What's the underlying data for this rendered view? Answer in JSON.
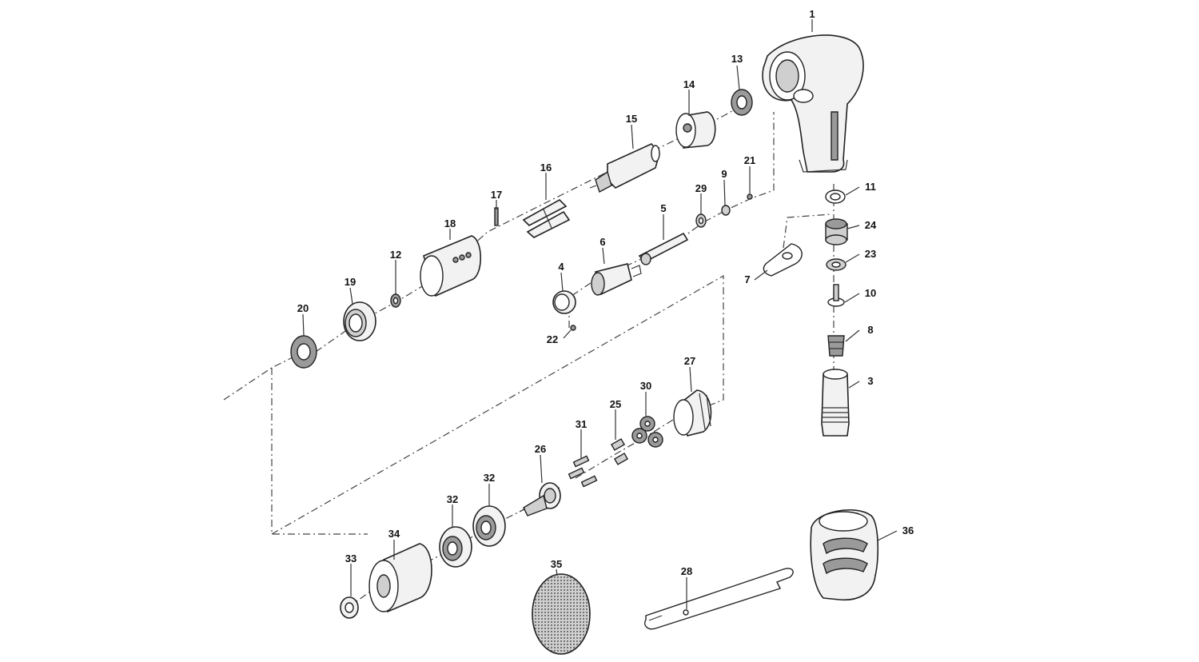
{
  "parts": [
    {
      "id": "p1",
      "label": "1"
    },
    {
      "id": "p3",
      "label": "3"
    },
    {
      "id": "p4",
      "label": "4"
    },
    {
      "id": "p5",
      "label": "5"
    },
    {
      "id": "p6",
      "label": "6"
    },
    {
      "id": "p7",
      "label": "7"
    },
    {
      "id": "p8",
      "label": "8"
    },
    {
      "id": "p9",
      "label": "9"
    },
    {
      "id": "p10",
      "label": "10"
    },
    {
      "id": "p11",
      "label": "11"
    },
    {
      "id": "p12",
      "label": "12"
    },
    {
      "id": "p13",
      "label": "13"
    },
    {
      "id": "p14",
      "label": "14"
    },
    {
      "id": "p15",
      "label": "15"
    },
    {
      "id": "p16",
      "label": "16"
    },
    {
      "id": "p17",
      "label": "17"
    },
    {
      "id": "p18",
      "label": "18"
    },
    {
      "id": "p19",
      "label": "19"
    },
    {
      "id": "p20",
      "label": "20"
    },
    {
      "id": "p21",
      "label": "21"
    },
    {
      "id": "p22",
      "label": "22"
    },
    {
      "id": "p23",
      "label": "23"
    },
    {
      "id": "p24",
      "label": "24"
    },
    {
      "id": "p25",
      "label": "25"
    },
    {
      "id": "p26",
      "label": "26"
    },
    {
      "id": "p27",
      "label": "27"
    },
    {
      "id": "p28",
      "label": "28"
    },
    {
      "id": "p29",
      "label": "29"
    },
    {
      "id": "p30",
      "label": "30"
    },
    {
      "id": "p31",
      "label": "31"
    },
    {
      "id": "p32a",
      "label": "32"
    },
    {
      "id": "p32b",
      "label": "32"
    },
    {
      "id": "p33",
      "label": "33"
    },
    {
      "id": "p34",
      "label": "34"
    },
    {
      "id": "p35",
      "label": "35"
    },
    {
      "id": "p36",
      "label": "36"
    }
  ]
}
